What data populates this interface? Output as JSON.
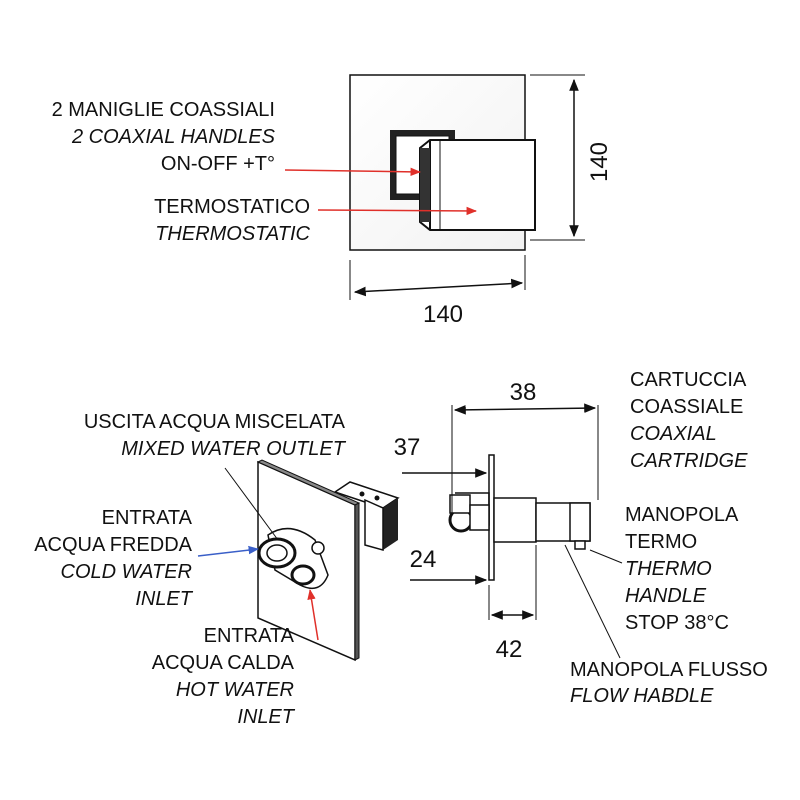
{
  "front_view": {
    "label_coaxial": [
      "2 MANIGLIE COASSIALI",
      "2 COAXIAL HANDLES",
      "ON-OFF +T°"
    ],
    "label_thermostatic": [
      "TERMOSTATICO",
      "THERMOSTATIC"
    ],
    "dim_width": "140",
    "dim_height": "140"
  },
  "left_view": {
    "label_outlet": [
      "USCITA ACQUA MISCELATA",
      "MIXED WATER OUTLET"
    ],
    "label_cold": [
      "ENTRATA",
      "ACQUA FREDDA",
      "COLD WATER",
      "INLET"
    ],
    "label_hot": [
      "ENTRATA",
      "ACQUA CALDA",
      "HOT WATER",
      "INLET"
    ]
  },
  "side_view": {
    "dim_38": "38",
    "dim_37": "37",
    "dim_24": "24",
    "dim_42": "42",
    "label_cartridge": [
      "CARTUCCIA",
      "COASSIALE",
      "COAXIAL",
      "CARTRIDGE"
    ],
    "label_thermo_handle": [
      "MANOPOLA",
      "TERMO",
      "THERMO",
      "HANDLE",
      "STOP 38°C"
    ],
    "label_flow_handle": [
      "MANOPOLA FLUSSO",
      "FLOW HABDLE"
    ]
  },
  "colors": {
    "line": "#111111",
    "arrow_red": "#e0302a",
    "arrow_blue": "#3a5fc8"
  }
}
